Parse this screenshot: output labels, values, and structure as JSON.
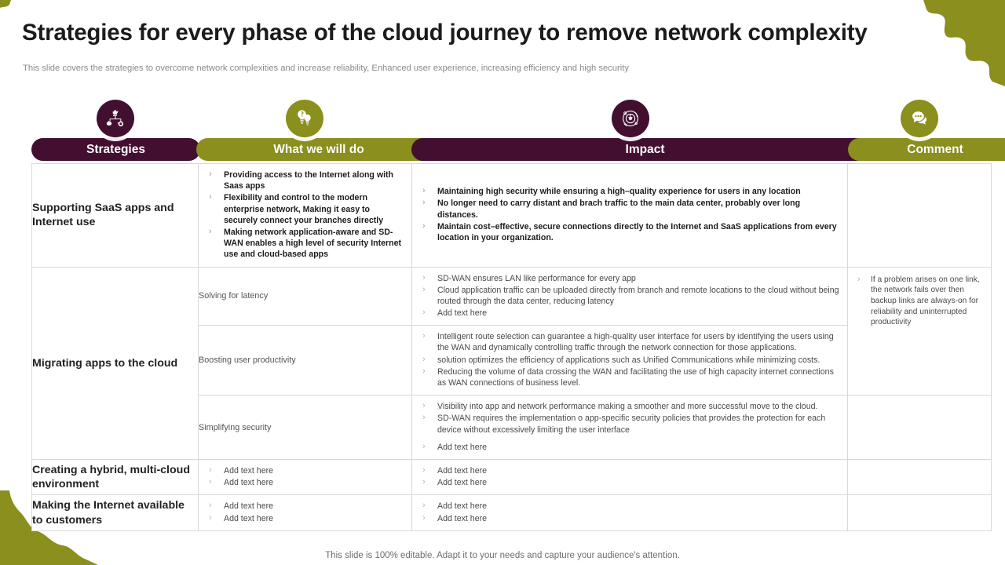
{
  "colors": {
    "dark_plum": "#430f30",
    "olive": "#8a8f1d",
    "title_text": "#1b1b1b",
    "subtitle_text": "#8a8a8a",
    "border": "#d8d8d8"
  },
  "header": {
    "title": "Strategies for every phase of the cloud journey to remove network complexity",
    "subtitle": "This slide covers the strategies to overcome network complexities and increase reliability, Enhanced user experience, increasing efficiency and high security"
  },
  "columns": [
    {
      "label": "Strategies",
      "icon": "chess-strategy-icon",
      "style": "dark"
    },
    {
      "label": "What we will do",
      "icon": "lightbulb-question-idea-icon",
      "style": "olive"
    },
    {
      "label": "Impact",
      "icon": "target-impact-icon",
      "style": "dark"
    },
    {
      "label": "Comment",
      "icon": "speech-bubbles-comment-icon",
      "style": "olive"
    }
  ],
  "rows": [
    {
      "strategy": "Supporting SaaS apps and Internet use",
      "phase": "",
      "what_we_will_do": [
        "Providing  access to the Internet along with Saas apps",
        "Flexibility  and control to the modern enterprise network, Making it easy to securely connect your branches directly",
        "Making network application-aware and SD-WAN  enables a high level of security Internet use and cloud-based apps"
      ],
      "impact": [
        "Maintaining  high  security while ensuring a high–quality  experience for users in  any location",
        "No longer need to carry distant and brach traffic to the main data center, probably  over long  distances.",
        "Maintain cost–effective, secure connections directly to the Internet and  SaaS applications from every location in your organization."
      ],
      "comment": []
    },
    {
      "strategy": "Migrating apps to the cloud",
      "phase": "Solving for latency",
      "what_we_will_do": [],
      "impact": [
        "SD-WAN ensures LAN like performance for every  app",
        "Cloud application traffic can be uploaded directly from branch and remote locations to the cloud without being routed through the data center, reducing latency",
        "Add text here"
      ],
      "comment": [
        "If a problem arises on one link, the network fails over then backup links are always-on for reliability and uninterrupted productivity"
      ]
    },
    {
      "strategy": "",
      "phase": "Boosting user productivity",
      "what_we_will_do": [],
      "impact": [
        "Intelligent route selection can guarantee a high-quality user interface for users by identifying the users using the WAN and dynamically controlling traffic through the network connection for those applications.",
        "solution optimizes the efficiency of applications such as Unified Communications while minimizing costs.",
        "Reducing the volume of data crossing the WAN and facilitating the use of high capacity internet connections as WAN connections of business level."
      ],
      "comment": []
    },
    {
      "strategy": "",
      "phase": "Simplifying security",
      "what_we_will_do": [],
      "impact": [
        "Visibility into app and network performance making a smoother and more successful move to the cloud.",
        "SD-WAN requires the implementation o app-specific security policies that provides the protection for each device without excessively limiting the user interface",
        "Add text here"
      ],
      "comment": []
    },
    {
      "strategy": "Creating a hybrid, multi-cloud environment",
      "phase": "",
      "what_we_will_do": [
        "Add text here",
        "Add text here"
      ],
      "impact": [
        "Add text here",
        "Add text here"
      ],
      "comment": []
    },
    {
      "strategy": "Making the Internet available to customers",
      "phase": "",
      "what_we_will_do": [
        "Add text here",
        "Add text here"
      ],
      "impact": [
        "Add text here",
        "Add text here"
      ],
      "comment": []
    }
  ],
  "footer": {
    "note": "This slide is 100% editable. Adapt it to your needs and capture your audience's attention."
  }
}
